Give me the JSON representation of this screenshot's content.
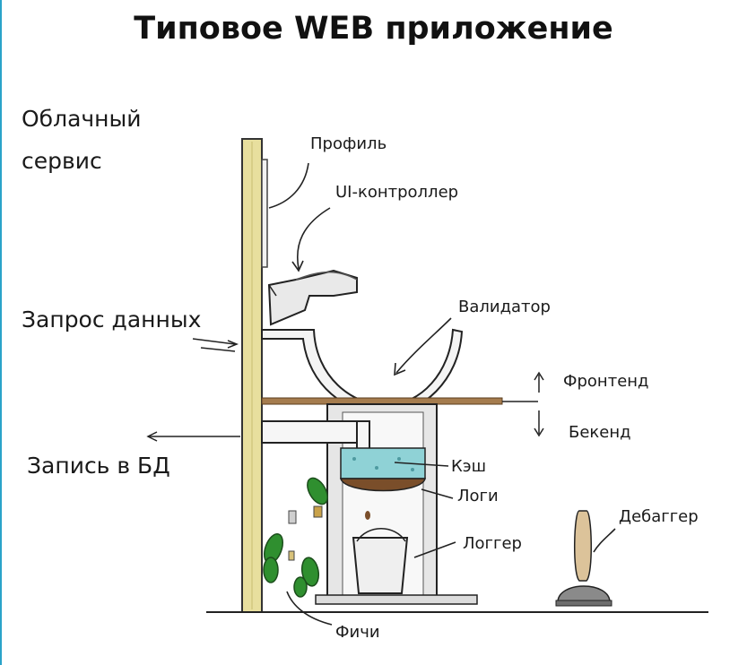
{
  "title": "Типовое WEB приложение",
  "labels": {
    "cloud_line1": "Облачный",
    "cloud_line2": "сервис",
    "data_request": "Запрос данных",
    "db_write": "Запись в БД",
    "profile": "Профиль",
    "ui_controller": "UI-контроллер",
    "validator": "Валидатор",
    "frontend": "Фронтенд",
    "backend": "Бекенд",
    "cache": "Кэш",
    "logs": "Логи",
    "logger": "Логгер",
    "debugger": "Дебаггер",
    "features": "Фичи"
  }
}
